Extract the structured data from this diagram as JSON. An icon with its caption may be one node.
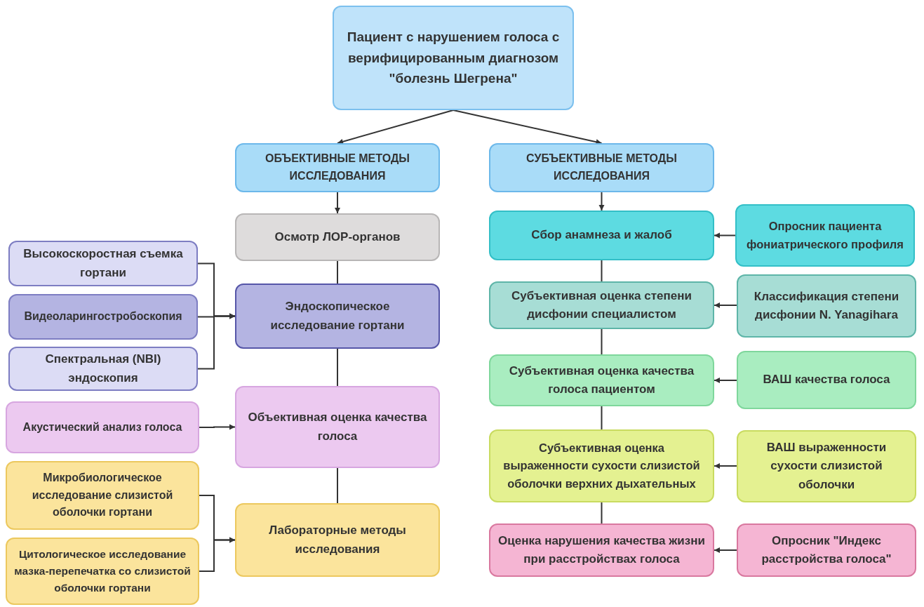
{
  "diagram": {
    "nodes": [
      {
        "text": [
          "Пациент с нарушением голоса с верифицированным диагнозом \"болезнь Шегрена\""
        ]
      },
      {
        "text": [
          "ОБЪЕКТИВНЫЕ МЕТОДЫ ИССЛЕДОВАНИЯ"
        ]
      },
      {
        "text": [
          "СУБЪЕКТИВНЫЕ МЕТОДЫ ИССЛЕДОВАНИЯ"
        ]
      },
      {
        "text": [
          "Осмотр ЛОР-органов"
        ]
      },
      {
        "text": [
          "Эндоскопическое исследование гортани"
        ]
      },
      {
        "text": [
          "Объективная оценка качества голоса"
        ]
      },
      {
        "text": [
          "Лабораторные методы исследования"
        ]
      },
      {
        "text": [
          "Высокоскоростная съемка гортани"
        ]
      },
      {
        "text": [
          "Видеоларингостробоскопия"
        ]
      },
      {
        "text": [
          "Спектральная (NBI) эндоскопия"
        ]
      },
      {
        "text": [
          "Акустический анализ голоса"
        ]
      },
      {
        "text": [
          "Микробиологическое исследование слизистой оболочки гортани"
        ]
      },
      {
        "text": [
          "Цитологическое исследование мазка-перепечатка со слизистой оболочки гортани"
        ]
      },
      {
        "text": [
          "Сбор анамнеза и жалоб"
        ]
      },
      {
        "text": [
          "Субъективная оценка степени дисфонии специалистом"
        ]
      },
      {
        "text": [
          "Субъективная оценка качества голоса пациентом"
        ]
      },
      {
        "text": [
          "Субъективная оценка выраженности сухости слизистой оболочки верхних дыхательных"
        ]
      },
      {
        "text": [
          "Оценка нарушения качества жизни при расстройствах голоса"
        ]
      },
      {
        "text": [
          "Опросник пациента фониатрического профиля"
        ]
      },
      {
        "text": [
          "Классификация степени дисфонии N. Yanagihara"
        ]
      },
      {
        "text": [
          "ВАШ качества голоса"
        ]
      },
      {
        "text": [
          "ВАШ выраженности сухости слизистой оболочки"
        ]
      },
      {
        "text": [
          "Опросник \"Индекс расстройства голоса\""
        ]
      }
    ],
    "edges": [
      {
        "from": 0,
        "to": 1,
        "arrow": "to"
      },
      {
        "from": 0,
        "to": 2,
        "arrow": "to"
      },
      {
        "from": 1,
        "to": 3,
        "arrow": "to"
      },
      {
        "from": 2,
        "to": 13,
        "arrow": "to"
      },
      {
        "from": 3,
        "to": 4,
        "arrow": "none"
      },
      {
        "from": 4,
        "to": 5,
        "arrow": "none"
      },
      {
        "from": 5,
        "to": 6,
        "arrow": "none"
      },
      {
        "from": 7,
        "to": 4,
        "arrow": "to"
      },
      {
        "from": 8,
        "to": 4,
        "arrow": "to"
      },
      {
        "from": 9,
        "to": 4,
        "arrow": "to"
      },
      {
        "from": 10,
        "to": 5,
        "arrow": "to"
      },
      {
        "from": 11,
        "to": 6,
        "arrow": "to"
      },
      {
        "from": 12,
        "to": 6,
        "arrow": "to"
      },
      {
        "from": 13,
        "to": 14,
        "arrow": "none"
      },
      {
        "from": 14,
        "to": 15,
        "arrow": "none"
      },
      {
        "from": 15,
        "to": 16,
        "arrow": "none"
      },
      {
        "from": 16,
        "to": 17,
        "arrow": "none"
      },
      {
        "from": 18,
        "to": 13,
        "arrow": "to"
      },
      {
        "from": 19,
        "to": 14,
        "arrow": "to"
      },
      {
        "from": 20,
        "to": 15,
        "arrow": "to"
      },
      {
        "from": 21,
        "to": 16,
        "arrow": "to"
      },
      {
        "from": 22,
        "to": 17,
        "arrow": "to"
      }
    ]
  }
}
